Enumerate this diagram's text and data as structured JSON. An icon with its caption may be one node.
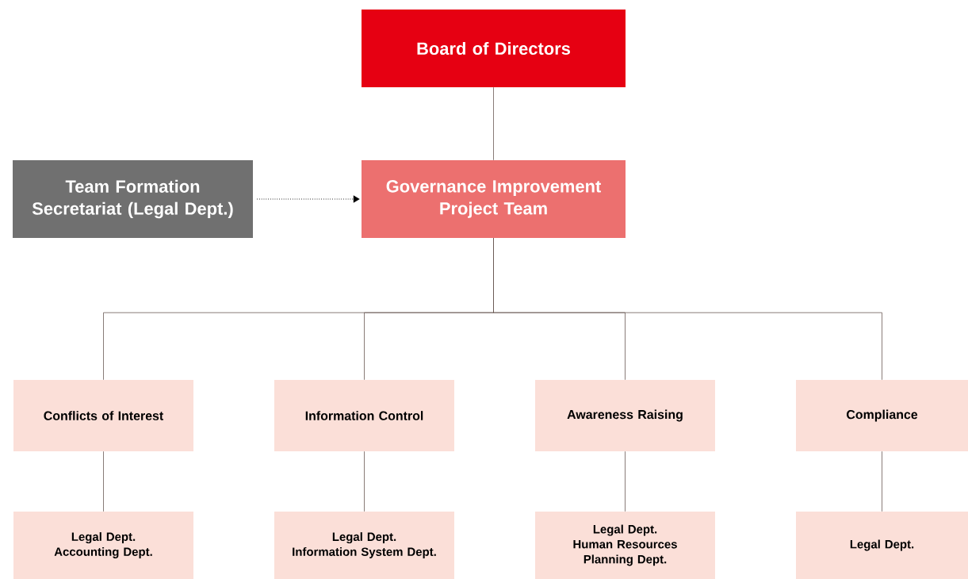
{
  "diagram": {
    "nodes": [
      {
        "text": [
          "Board of Directors"
        ]
      },
      {
        "text": [
          "Team Formation Secretariat (Legal Dept.)"
        ]
      },
      {
        "text": [
          "Governance Improvement Project Team"
        ]
      },
      {
        "text": [
          "Conflicts of Interest"
        ]
      },
      {
        "text": [
          "Information Control"
        ]
      },
      {
        "text": [
          "Awareness Raising"
        ]
      },
      {
        "text": [
          "Compliance"
        ]
      },
      {
        "text": [
          "Legal Dept.",
          "Accounting Dept."
        ]
      },
      {
        "text": [
          "Legal Dept.",
          "Information System Dept."
        ]
      },
      {
        "text": [
          "Legal Dept.",
          "Human Resources",
          "Planning Dept."
        ]
      },
      {
        "text": [
          "Legal Dept."
        ]
      }
    ],
    "edges": [
      {
        "from": 0,
        "to": 2,
        "arrow": "none"
      },
      {
        "from": 1,
        "to": 2,
        "arrow": "to",
        "style": "dashed",
        "color": "#000000"
      },
      {
        "from": 2,
        "to": 3,
        "arrow": "none"
      },
      {
        "from": 2,
        "to": 4,
        "arrow": "none"
      },
      {
        "from": 2,
        "to": 5,
        "arrow": "none"
      },
      {
        "from": 2,
        "to": 6,
        "arrow": "none"
      },
      {
        "from": 3,
        "to": 7,
        "arrow": "none"
      },
      {
        "from": 4,
        "to": 8,
        "arrow": "none"
      },
      {
        "from": 5,
        "to": 9,
        "arrow": "none"
      },
      {
        "from": 6,
        "to": 10,
        "arrow": "none"
      }
    ]
  }
}
